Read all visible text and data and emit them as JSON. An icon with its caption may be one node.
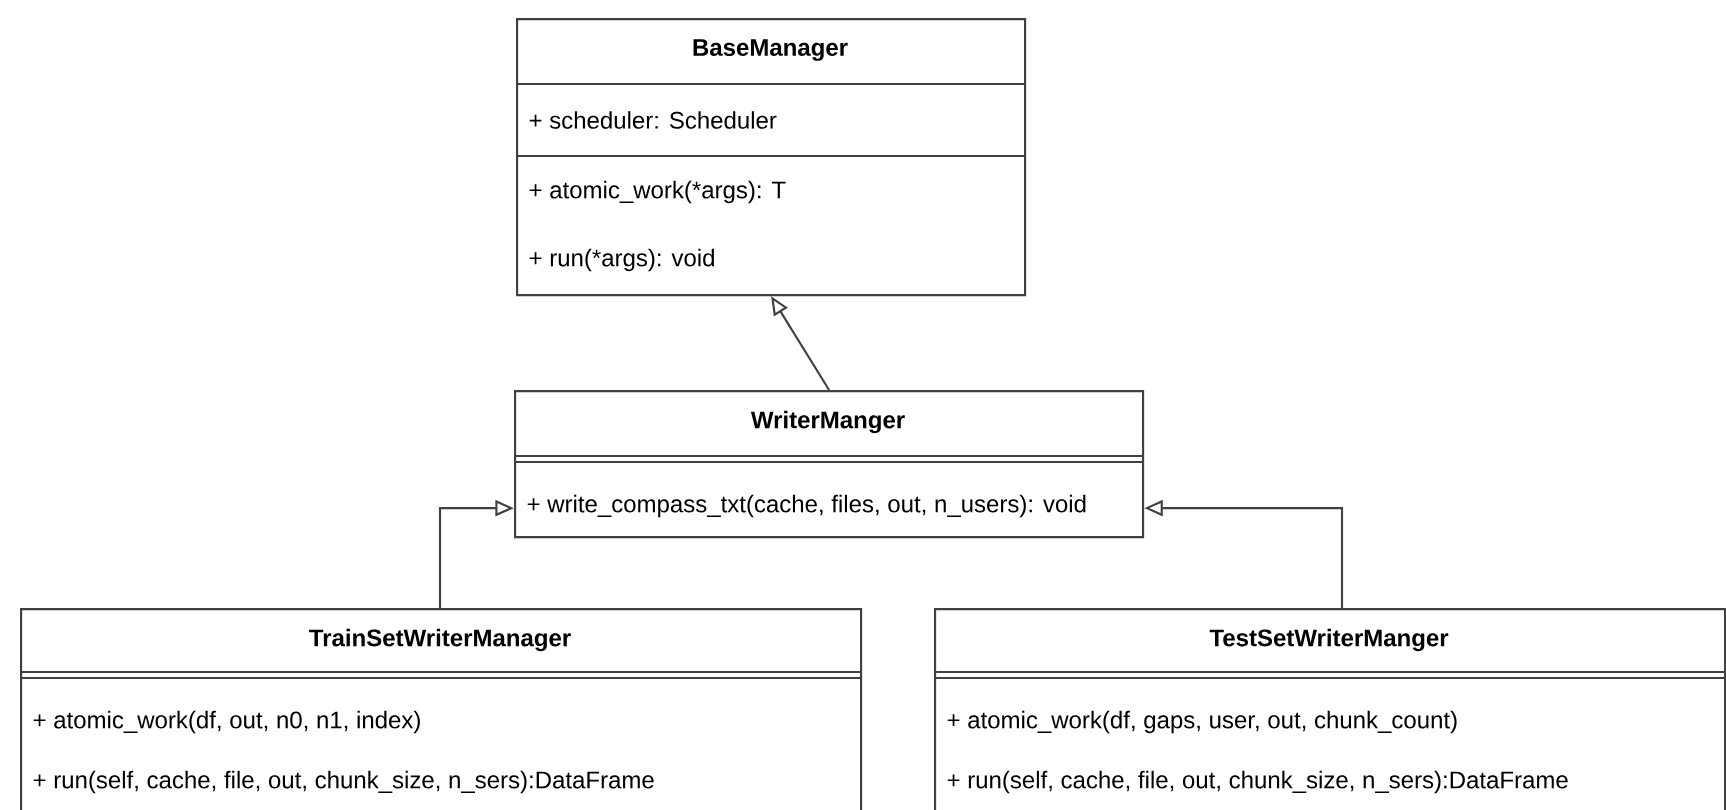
{
  "diagram": {
    "nodes": [
      {
        "text": [
          "BaseManager",
          "+ scheduler: Scheduler",
          "+ atomic_work(*args): T",
          "+ run(*args): void"
        ]
      },
      {
        "text": [
          "WriterManger",
          "+ write_compass_txt(cache, files, out, n_users): void"
        ]
      },
      {
        "text": [
          "TrainSetWriterManager",
          "+ atomic_work(df, out, n0, n1, index)",
          "+ run(self, cache, file, out, chunk_size, n_sers):DataFrame"
        ]
      },
      {
        "text": [
          "TestSetWriterManger",
          "+ atomic_work(df, gaps, user, out, chunk_count)",
          "+ run(self, cache, file, out, chunk_size, n_sers):DataFrame"
        ]
      }
    ],
    "edges": [
      {
        "from": 1,
        "to": 0,
        "arrow": "to"
      },
      {
        "from": 2,
        "to": 1,
        "arrow": "to"
      },
      {
        "from": 3,
        "to": 1,
        "arrow": "to"
      }
    ]
  }
}
